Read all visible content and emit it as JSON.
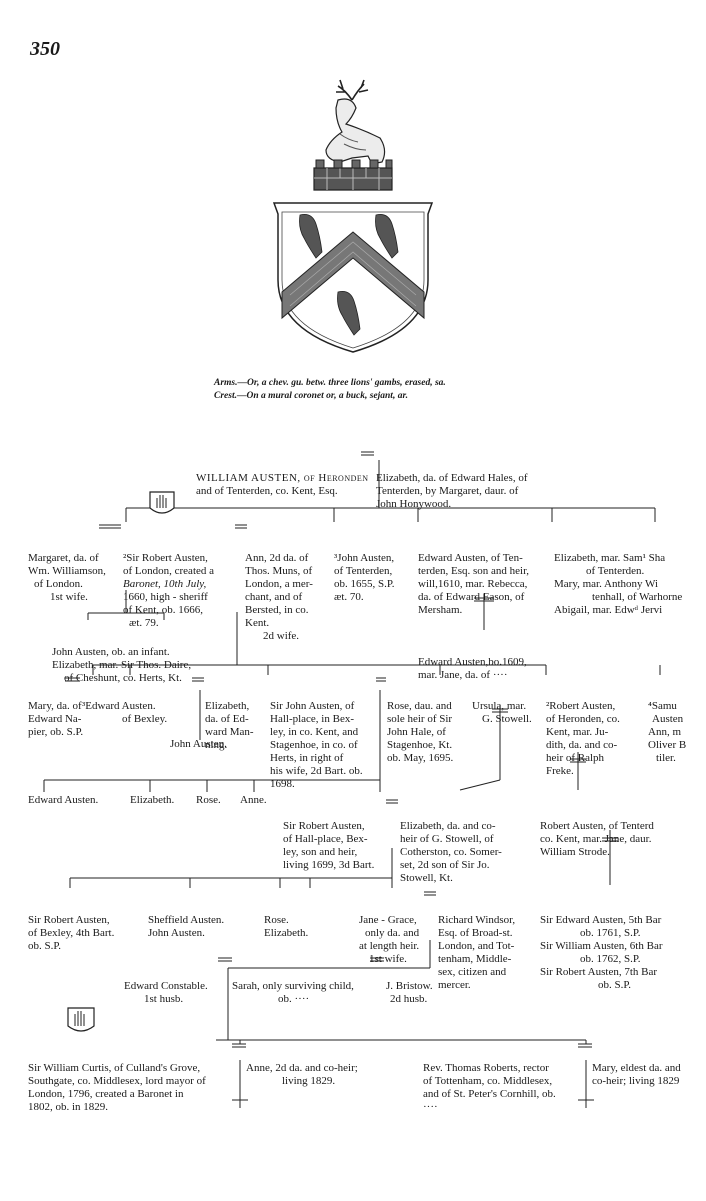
{
  "page_number": "350",
  "arms_caption": {
    "arms": "Arms.—Or, a chev. gu. betw. three lions' gambs, erased, sa.",
    "crest": "Crest.—On a mural coronet or, a buck, sejant, ar."
  },
  "gen1": {
    "william": [
      "WILLIAM AUSTEN, of Heronden",
      "and of Tenterden, co. Kent, Esq."
    ],
    "elizabeth": [
      "Elizabeth, da. of Edward Hales, of",
      "Tenterden, by Margaret, daur. of",
      "John Honywood."
    ]
  },
  "gen2": {
    "margaret": [
      "Margaret, da. of",
      "Wm. Williamson,",
      "of London.",
      "1st wife."
    ],
    "sir_robert": [
      "²Sir Robert Austen,",
      "of London, created a",
      "Baronet, 10th July,",
      "1660, high - sheriff",
      "of Kent, ob. 1666,",
      "æt. 79."
    ],
    "ann": [
      "Ann, 2d da. of",
      "Thos. Muns, of",
      "London, a mer-",
      "chant, and of",
      "Bersted, in co.",
      "Kent.",
      "2d wife."
    ],
    "john": [
      "³John Austen,",
      "of Tenterden,",
      "ob. 1655, S.P.",
      "æt. 70."
    ],
    "edward": [
      "Edward Austen, of Ten-",
      "terden, Esq. son and heir,",
      "will,1610, mar. Rebecca,",
      "da. of Edward Eason, of",
      "Mersham."
    ],
    "elizabeth_mar": [
      "Elizabeth, mar. Sam¹ Sha",
      "of Tenterden.",
      "Mary, mar. Anthony Wi",
      "tenhall, of Warhorne",
      "Abigail, mar. Edwᵈ Jervi"
    ],
    "edward_jr": [
      "Edward Austen,bo.1609,",
      "mar. Jane, da. of ····"
    ],
    "children_margaret": [
      "John Austen, ob. an infant.",
      "Elizabeth, mar. Sir Thos. Daire,",
      "of Cheshunt, co. Herts, Kt."
    ]
  },
  "gen3": {
    "mary": [
      "Mary, da. of",
      "Edward Na-",
      "pier, ob. S.P."
    ],
    "edward3": [
      "³Edward Austen.",
      "of Bexley."
    ],
    "elizabeth_manning": [
      "Elizabeth,",
      "da. of Ed-",
      "ward Man-",
      "ning."
    ],
    "john_austen": "John Austen.",
    "sir_john": [
      "Sir John Austen, of",
      "Hall-place, in Bex-",
      "ley, in co. Kent, and",
      "Stagenhoe, in co. of",
      "Herts, in right of",
      "his wife, 2d Bart. ob.",
      "1698."
    ],
    "rose": [
      "Rose, dau. and",
      "sole heir of Sir",
      "John Hale, of",
      "Stagenhoe, Kt.",
      "ob. May, 1695."
    ],
    "ursula": [
      "Ursula, mar.",
      "G. Stowell."
    ],
    "robert2": [
      "²Robert Austen,",
      "of Heronden, co.",
      "Kent, mar. Ju-",
      "dith, da. and co-",
      "heir of Ralph",
      "Freke."
    ],
    "samuel": [
      "⁴Samu",
      "Austen",
      "Ann, m",
      "Oliver B",
      "tiler."
    ]
  },
  "gen4": {
    "edward": "Edward Austen.",
    "elizabeth": "Elizabeth.",
    "rose": "Rose.",
    "anne": "Anne.",
    "sir_robert3": [
      "Sir Robert Austen,",
      "of Hall-place, Bex-",
      "ley, son and heir,",
      "living 1699, 3d Bart."
    ],
    "elizabeth_stowell": [
      "Elizabeth, da. and co-",
      "heir of G. Stowell, of",
      "Cotherston, co. Somer-",
      "set, 2d son of Sir Jo.",
      "Stowell, Kt."
    ],
    "robert_tenterden": [
      "Robert Austen, of Tenterd",
      "co. Kent, mar. Jane, daur.",
      "William Strode."
    ]
  },
  "gen5": {
    "sir_robert4": [
      "Sir Robert Austen,",
      "of Bexley, 4th Bart.",
      "ob. S.P."
    ],
    "sheffield": [
      "Sheffield Austen.",
      "John Austen."
    ],
    "rose": [
      "Rose.",
      "Elizabeth."
    ],
    "jane_grace": [
      "Jane - Grace,",
      "only da. and",
      "at length heir.",
      "1st wife."
    ],
    "richard": [
      "Richard Windsor,",
      "Esq. of Broad-st.",
      "London, and Tot-",
      "tenham, Middle-",
      "sex, citizen and",
      "mercer."
    ],
    "sir_edward": [
      "Sir Edward Austen, 5th Bar",
      "ob. 1761, S.P.",
      "Sir William Austen, 6th Bar",
      "ob. 1762, S.P.",
      "Sir Robert Austen, 7th Bar",
      "ob. S.P."
    ]
  },
  "gen6": {
    "constable": [
      "Edward Constable.",
      "1st husb."
    ],
    "sarah": [
      "Sarah, only surviving child,",
      "ob. ····"
    ],
    "bristow": [
      "J. Bristow.",
      "2d husb."
    ]
  },
  "gen7": {
    "curtis": [
      "Sir William Curtis, of Culland's Grove,",
      "Southgate, co. Middlesex, lord mayor of",
      "London, 1796, created a Baronet in",
      "1802, ob. in 1829."
    ],
    "anne": [
      "Anne, 2d da. and co-heir;",
      "living 1829."
    ],
    "roberts": [
      "Rev. Thomas Roberts, rector",
      "of Tottenham, co. Middlesex,",
      "and of St. Peter's Cornhill, ob.",
      "····"
    ],
    "mary": [
      "Mary, eldest da. and",
      "co-heir; living 1829"
    ]
  }
}
